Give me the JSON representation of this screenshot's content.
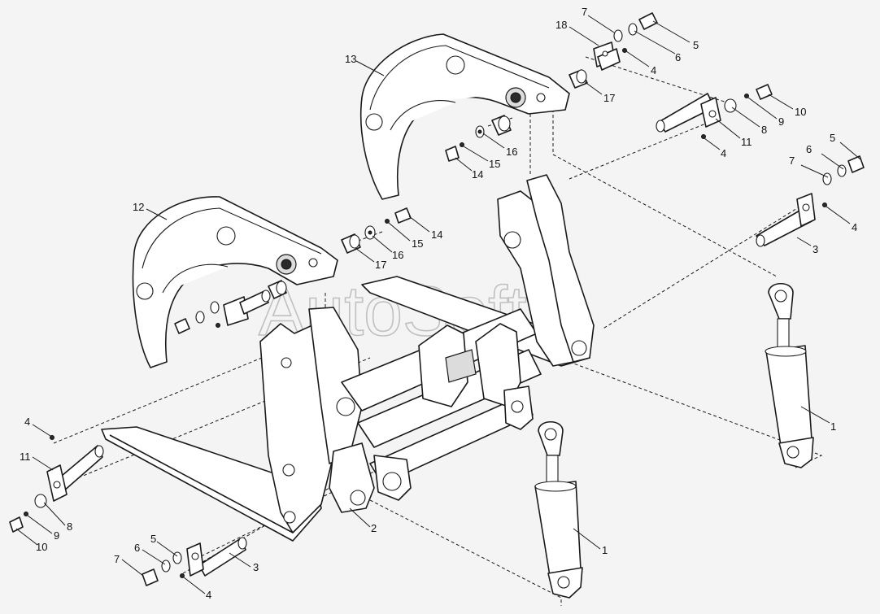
{
  "watermark": "AutoSoft",
  "callouts": [
    {
      "id": "c7-top",
      "text": "7"
    },
    {
      "id": "c18-top",
      "text": "18"
    },
    {
      "id": "c5-top",
      "text": "5"
    },
    {
      "id": "c6-top",
      "text": "6"
    },
    {
      "id": "c4-top",
      "text": "4"
    },
    {
      "id": "c17-top",
      "text": "17"
    },
    {
      "id": "c13",
      "text": "13"
    },
    {
      "id": "c10-right",
      "text": "10"
    },
    {
      "id": "c9-right",
      "text": "9"
    },
    {
      "id": "c8-right",
      "text": "8"
    },
    {
      "id": "c11-right",
      "text": "11"
    },
    {
      "id": "c4-right-a",
      "text": "4"
    },
    {
      "id": "c16-top",
      "text": "16"
    },
    {
      "id": "c15-top",
      "text": "15"
    },
    {
      "id": "c14-top",
      "text": "14"
    },
    {
      "id": "c5-right",
      "text": "5"
    },
    {
      "id": "c6-right",
      "text": "6"
    },
    {
      "id": "c7-right",
      "text": "7"
    },
    {
      "id": "c4-right-b",
      "text": "4"
    },
    {
      "id": "c3-right",
      "text": "3"
    },
    {
      "id": "c12",
      "text": "12"
    },
    {
      "id": "c14-mid",
      "text": "14"
    },
    {
      "id": "c15-mid",
      "text": "15"
    },
    {
      "id": "c16-mid",
      "text": "16"
    },
    {
      "id": "c17-mid",
      "text": "17"
    },
    {
      "id": "c1-right",
      "text": "1"
    },
    {
      "id": "c4-left",
      "text": "4"
    },
    {
      "id": "c11-left",
      "text": "11"
    },
    {
      "id": "c2",
      "text": "2"
    },
    {
      "id": "c8-left",
      "text": "8"
    },
    {
      "id": "c9-left",
      "text": "9"
    },
    {
      "id": "c10-left",
      "text": "10"
    },
    {
      "id": "c5-bottom",
      "text": "5"
    },
    {
      "id": "c6-bottom",
      "text": "6"
    },
    {
      "id": "c7-bottom",
      "text": "7"
    },
    {
      "id": "c3-bottom",
      "text": "3"
    },
    {
      "id": "c4-bottom",
      "text": "4"
    },
    {
      "id": "c1-bottom",
      "text": "1"
    }
  ]
}
